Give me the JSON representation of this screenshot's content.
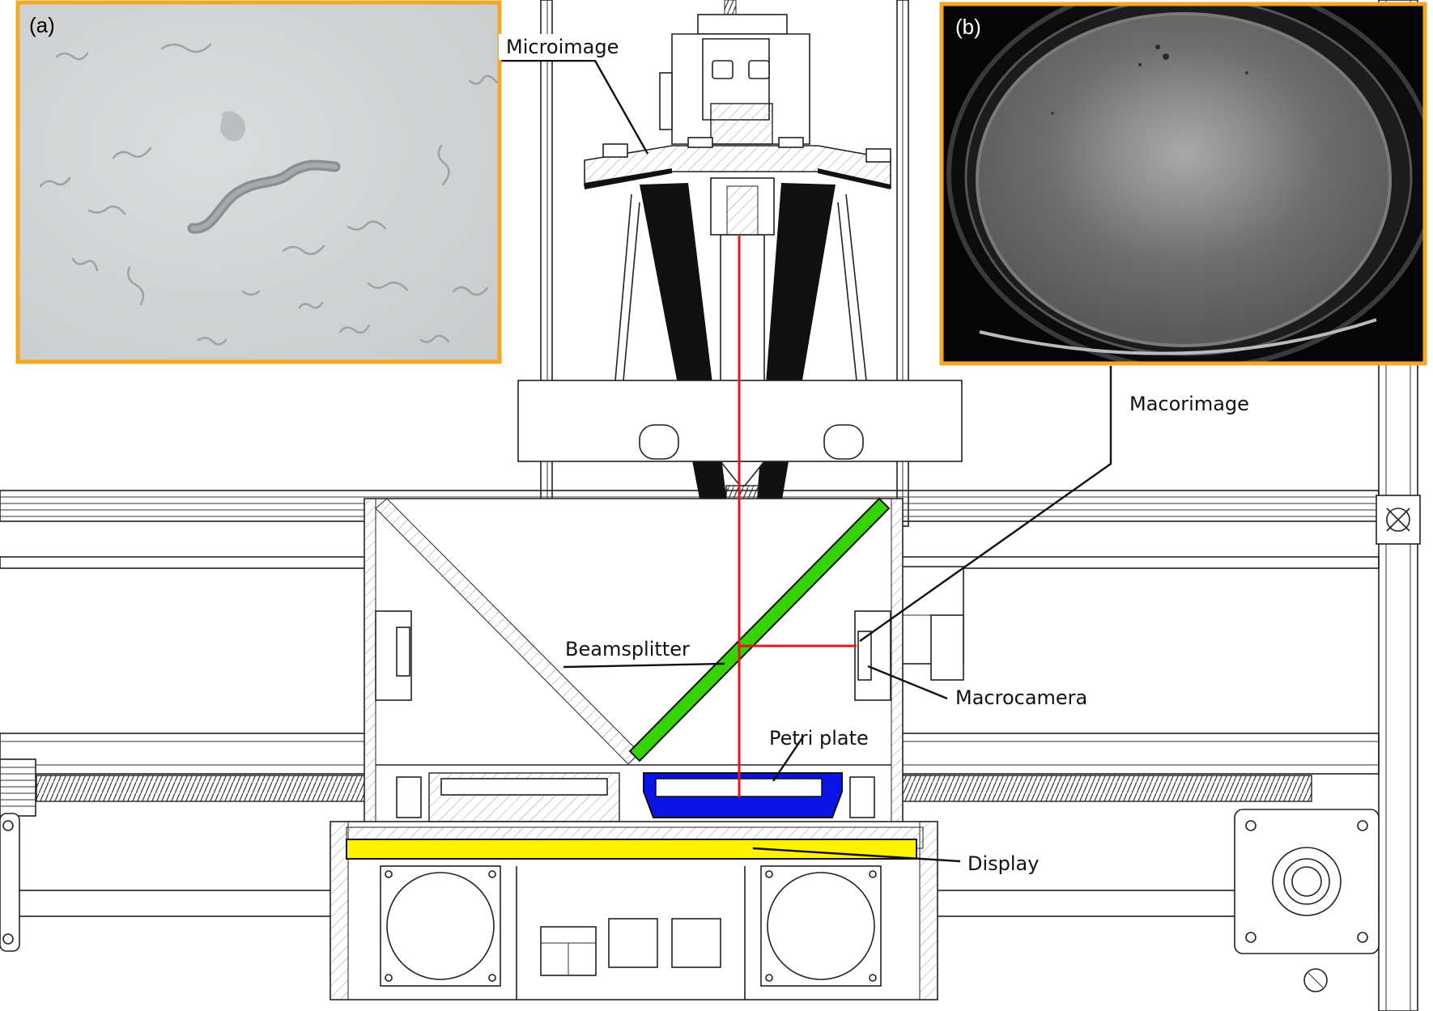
{
  "panels": {
    "a": {
      "label": "(a)"
    },
    "b": {
      "label": "(b)"
    }
  },
  "labels": {
    "microimage": "Microimage",
    "macroimage": "Macorimage",
    "beamsplitter": "Beamsplitter",
    "macrocamera": "Macrocamera",
    "petri_plate": "Petri plate",
    "display": "Display"
  },
  "colors": {
    "panel_border": "#f5a623",
    "beam": "#e8141c",
    "beamsplitter": "#35d400",
    "petri_plate": "#0a14e6",
    "display": "#fff200"
  }
}
